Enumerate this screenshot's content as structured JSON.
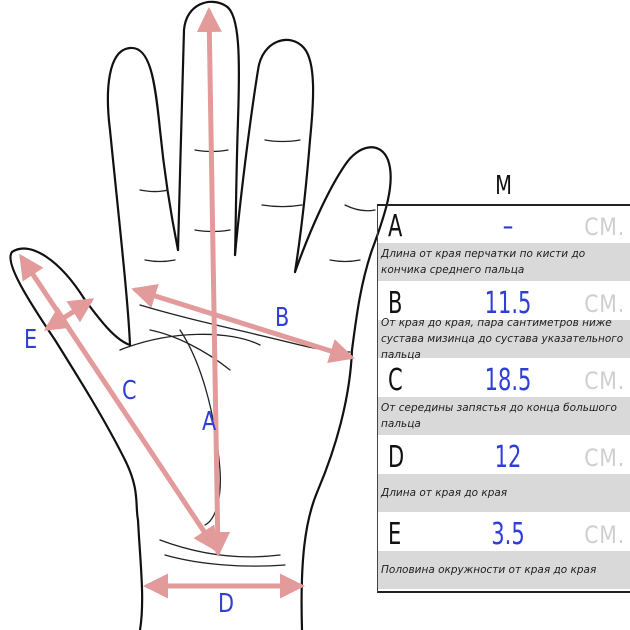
{
  "labels": {
    "A": "A",
    "B": "B",
    "C": "C",
    "D": "D",
    "E": "E"
  },
  "table": {
    "size": "M",
    "rows": [
      {
        "letter": "A",
        "value": "–",
        "unit": "СМ.",
        "desc": "Длина от края перчатки по кисти до кончика среднего пальца"
      },
      {
        "letter": "B",
        "value": "11.5",
        "unit": "СМ.",
        "desc": "От края до края, пара сантиметров ниже сустава мизинца до сустава указательного пальца"
      },
      {
        "letter": "C",
        "value": "18.5",
        "unit": "СМ.",
        "desc": "От середины запястья до конца большого пальца"
      },
      {
        "letter": "D",
        "value": "12",
        "unit": "СМ.",
        "desc": "Длина от края до края"
      },
      {
        "letter": "E",
        "value": "3.5",
        "unit": "СМ.",
        "desc": "Половина окружности от края до края"
      }
    ]
  },
  "colors": {
    "arrow": "#e39a9a",
    "label": "#2f3fd6",
    "unit": "#cfcfcf",
    "desc_bg": "#d9d9d9"
  }
}
